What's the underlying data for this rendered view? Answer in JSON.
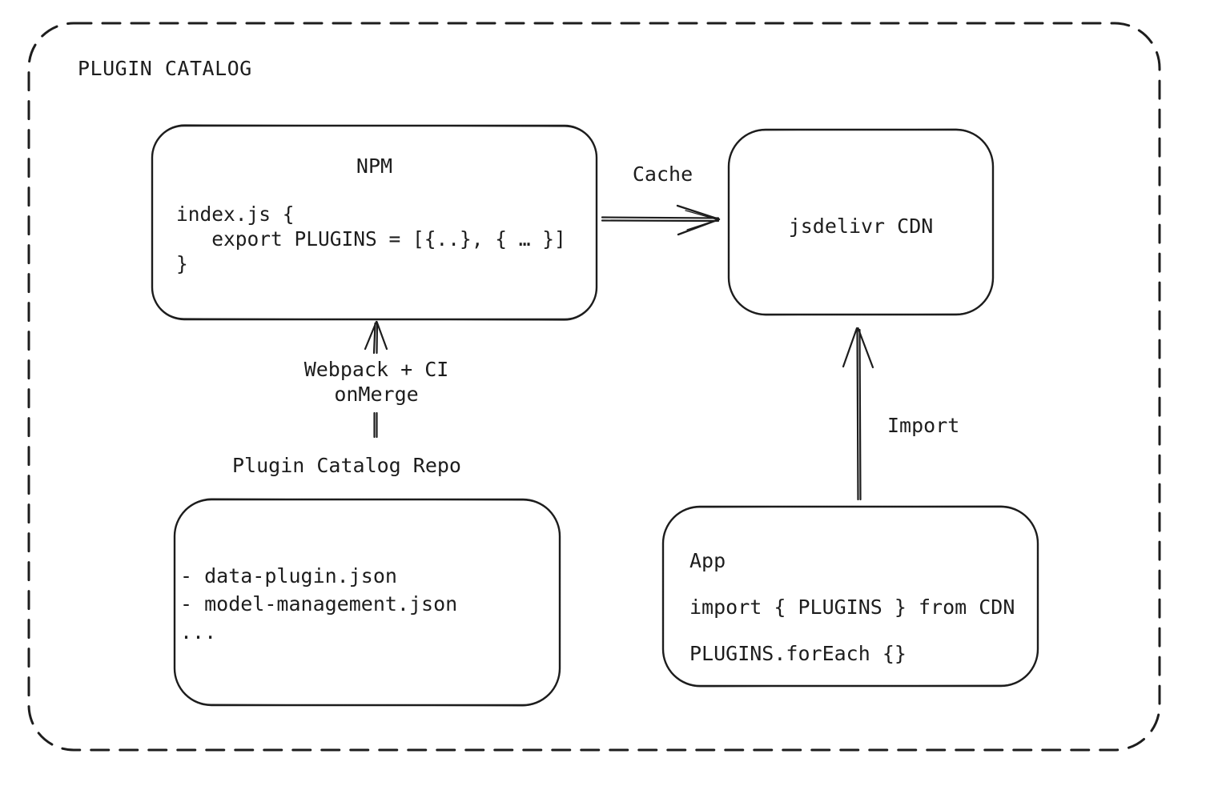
{
  "title": "PLUGIN CATALOG",
  "colors": {
    "stroke": "#1d1d1d",
    "background": "#ffffff"
  },
  "boxes": {
    "npm": {
      "title": "NPM",
      "code_lines": [
        "index.js {",
        "   export PLUGINS = [{..}, { … }]",
        "}"
      ]
    },
    "cdn": {
      "label": "jsdelivr CDN"
    },
    "repo": {
      "title": "Plugin Catalog Repo",
      "lines": [
        "- data-plugin.json",
        "- model-management.json",
        "..."
      ]
    },
    "app": {
      "lines": [
        "App",
        "import { PLUGINS } from CDN",
        "PLUGINS.forEach {}"
      ]
    }
  },
  "arrows": {
    "cache": {
      "label": "Cache",
      "from": "NPM",
      "to": "jsdelivr CDN"
    },
    "build": {
      "label_lines": [
        "Webpack + CI",
        "onMerge"
      ],
      "from": "Plugin Catalog Repo",
      "to": "NPM"
    },
    "import": {
      "label": "Import",
      "from": "App",
      "to": "jsdelivr CDN"
    }
  }
}
